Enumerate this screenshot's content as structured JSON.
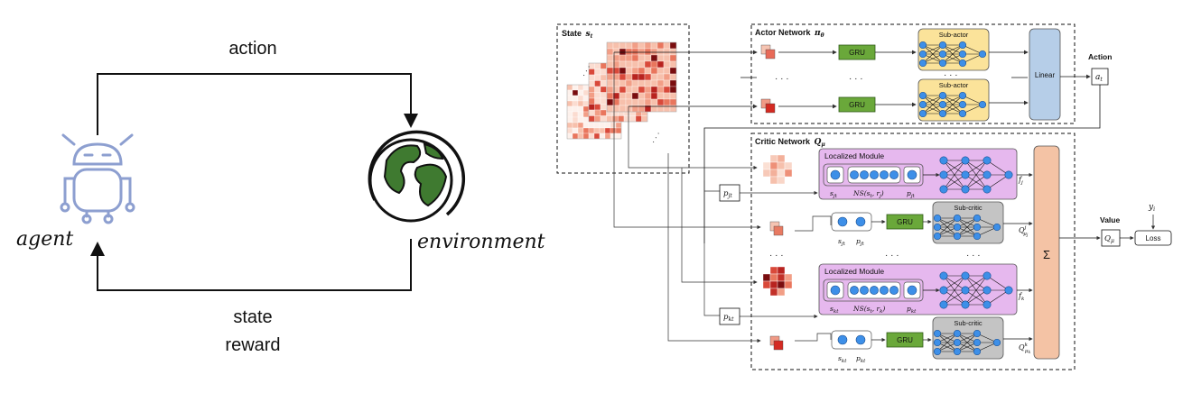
{
  "loop": {
    "action": "action",
    "agent": "agent",
    "environment": "environment",
    "state": "state",
    "reward": "reward"
  },
  "diagram": {
    "state_title": "State",
    "state_symbol": "s",
    "state_sub": "t",
    "actor_title": "Actor Network",
    "actor_symbol": "π",
    "actor_sub": "θ",
    "critic_title": "Critic Network",
    "critic_symbol": "Q",
    "critic_sub": "μ",
    "gru": "GRU",
    "sub_actor": "Sub-actor",
    "sub_critic": "Sub-critic",
    "linear": "Linear",
    "action_title": "Action",
    "action_symbol": "a",
    "action_sub": "t",
    "localized_module": "Localized Module",
    "sigma": "Σ",
    "value_title": "Value",
    "value_symbol": "Q",
    "value_sub": "μ",
    "loss": "Loss",
    "target_y": "y",
    "target_sub": "i",
    "ellipsis": "· · ·",
    "lm1": {
      "s": "s",
      "s_sub": "jt",
      "ns": "NS(s",
      "ns_sub1": "t",
      "ns_mid": ", r",
      "ns_sub2": "j",
      "ns_end": ")",
      "p": "p",
      "p_sub": "jt",
      "f": "f",
      "f_sub": "j"
    },
    "lm2": {
      "s": "s",
      "s_sub": "kt",
      "ns": "NS(s",
      "ns_sub1": "t",
      "ns_mid": ", r",
      "ns_sub2": "k",
      "ns_end": ")",
      "p": "p",
      "p_sub": "kt",
      "f": "f",
      "f_sub": "k"
    },
    "pjt_box": {
      "p": "p",
      "sub": "jt"
    },
    "pkt_box": {
      "p": "p",
      "sub": "kt"
    },
    "sc1": {
      "s": "s",
      "s_sub": "jt",
      "p": "p",
      "p_sub": "jt",
      "q": "Q",
      "q_sup": "j",
      "q_sub": "μ",
      "q_subsub": "j"
    },
    "sc2": {
      "s": "s",
      "s_sub": "kt",
      "p": "p",
      "p_sub": "kt",
      "q": "Q",
      "q_sup": "k",
      "q_sub": "μ",
      "q_subsub": "k"
    }
  },
  "colors": {
    "robot": "#8d9fd0",
    "globe": "#3f7a30",
    "gru": "#6aa83a",
    "subactor": "#fbe39a",
    "localized": "#e6b8ee",
    "subcritic": "#c4c4c4",
    "linear": "#b6cee8",
    "sigma": "#f4c3a5",
    "node": "#3d8fe8"
  }
}
